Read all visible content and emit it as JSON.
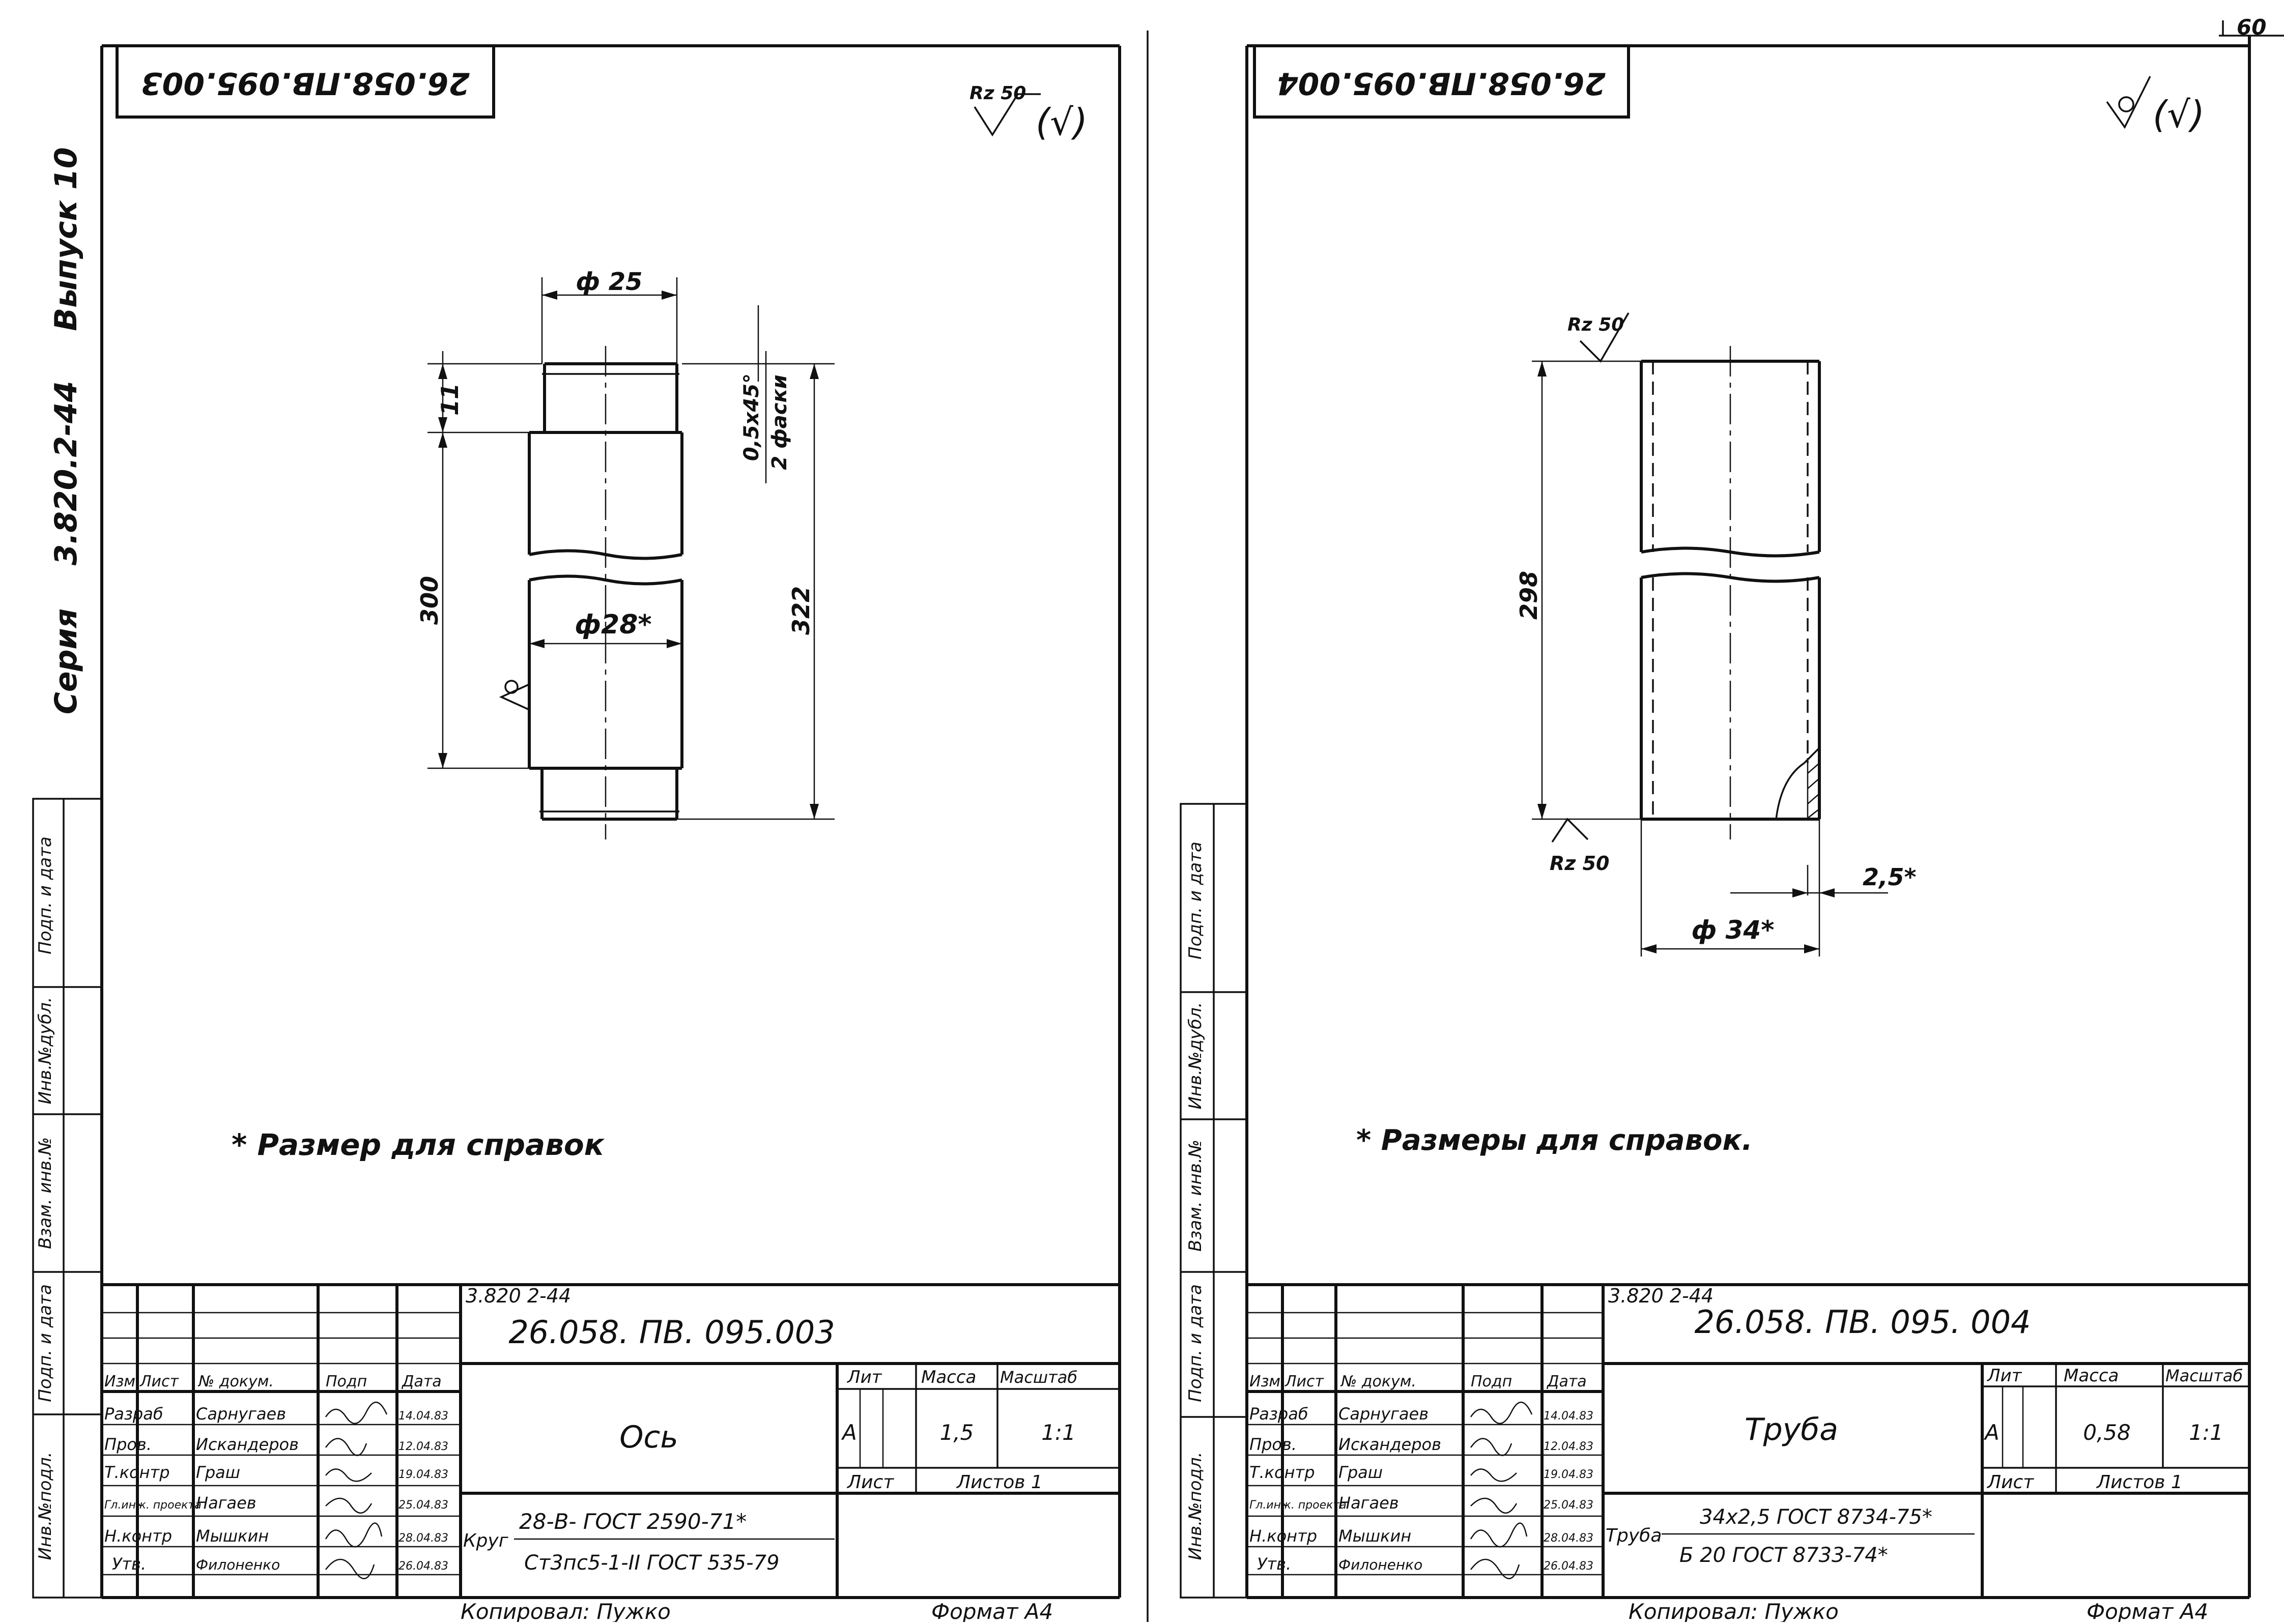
{
  "page_number": "60",
  "side_labels": {
    "series_prefix": "Серия",
    "series_code": "3.820.2-44",
    "issue": "Выпуск 10"
  },
  "stamp_cells": {
    "inv_podl": "Инв.№подл.",
    "podp_data": "Подп. и дата",
    "vzam_inv": "Взам. инв.№",
    "inv_dubl": "Инв.№дубл.",
    "podp_data2": "Подп. и дата"
  },
  "title_block_headers": {
    "izm": "Изм",
    "list": "Лист",
    "doc": "№ докум.",
    "podp": "Подп",
    "data": "Дата",
    "lit": "Лит",
    "massa": "Масса",
    "masshtab": "Масштаб",
    "list_cell": "Лист",
    "listov": "Листов 1"
  },
  "roles": [
    {
      "role": "Разраб",
      "name": "Сарнугаев"
    },
    {
      "role": "Пров.",
      "name": "Искандеров"
    },
    {
      "role": "Т.контр",
      "name": "Граш"
    },
    {
      "role": "Гл.инж. проекта",
      "name": "Нагаев"
    },
    {
      "role": "Н.контр",
      "name": "Мышкин"
    },
    {
      "role": "Утв.",
      "name": "Филоненко"
    }
  ],
  "sheets": [
    {
      "corner_code": "26.058.ПВ.095.003",
      "roughness": "Rz 50",
      "roughness_paren": "(√)",
      "series_ref": "3.820 2-44",
      "doc_number": "26.058. ПВ. 095.003",
      "part_name": "Ось",
      "lit_value": "А",
      "mass": "1,5",
      "scale": "1:1",
      "dates": [
        "14.04.83",
        "12.04.83",
        "19.04.83",
        "25.04.83",
        "28.04.83",
        "26.04.83"
      ],
      "material_prefix": "Круг",
      "material_line1": "28-В- ГОСТ 2590-71*",
      "material_line2": "Ст3пс5-1-II ГОСТ 535-79",
      "note": "* Размер для справок",
      "dims": {
        "dia_top": "ф 25",
        "dia_main": "ф28*",
        "len_11": "11",
        "len_300": "300",
        "len_322": "322",
        "chamfer_1": "0,5х45°",
        "chamfer_2": "2 фаски"
      },
      "copied_by": "Копировал: Пужко",
      "format": "Формат А4"
    },
    {
      "corner_code": "26.058.ПВ.095.004",
      "roughness_paren": "(√)",
      "series_ref": "3.820 2-44",
      "doc_number": "26.058. ПВ. 095. 004",
      "part_name": "Труба",
      "lit_value": "А",
      "mass": "0,58",
      "scale": "1:1",
      "dates": [
        "14.04.83",
        "12.04.83",
        "19.04.83",
        "25.04.83",
        "28.04.83",
        "26.04.83"
      ],
      "material_prefix": "Труба",
      "material_line1": "34х2,5 ГОСТ 8734-75*",
      "material_line2": "Б 20 ГОСТ 8733-74*",
      "note": "* Размеры для справок.",
      "dims": {
        "rz_top": "Rz 50",
        "rz_bottom": "Rz 50",
        "len_298": "298",
        "wall": "2,5*",
        "dia": "ф 34*"
      },
      "copied_by": "Копировал: Пужко",
      "format": "Формат А4"
    }
  ]
}
